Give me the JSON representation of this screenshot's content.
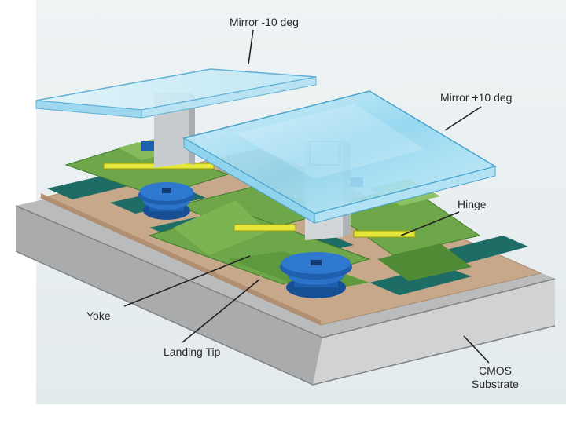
{
  "diagram": {
    "labels": {
      "mirror_minus": "Mirror -10 deg",
      "mirror_plus": "Mirror +10 deg",
      "hinge": "Hinge",
      "yoke": "Yoke",
      "landing_tip": "Landing Tip",
      "cmos_line1": "CMOS",
      "cmos_line2": "Substrate"
    },
    "colors": {
      "substrate_top": "#b8b8b8",
      "substrate_side": "#9a9a9a",
      "substrate_front": "#c9c9c9",
      "tan_layer": "#c8a98a",
      "teal_pads": "#1f6f6a",
      "green_yoke": "#6fa64a",
      "green_dark": "#4f8a34",
      "hinge_yellow": "#e2e232",
      "blue_post": "#1f5fae",
      "post_grey": "#c5c9cc",
      "mirror_fill": "#a7dff2",
      "mirror_edge": "#5fb0d4"
    }
  }
}
